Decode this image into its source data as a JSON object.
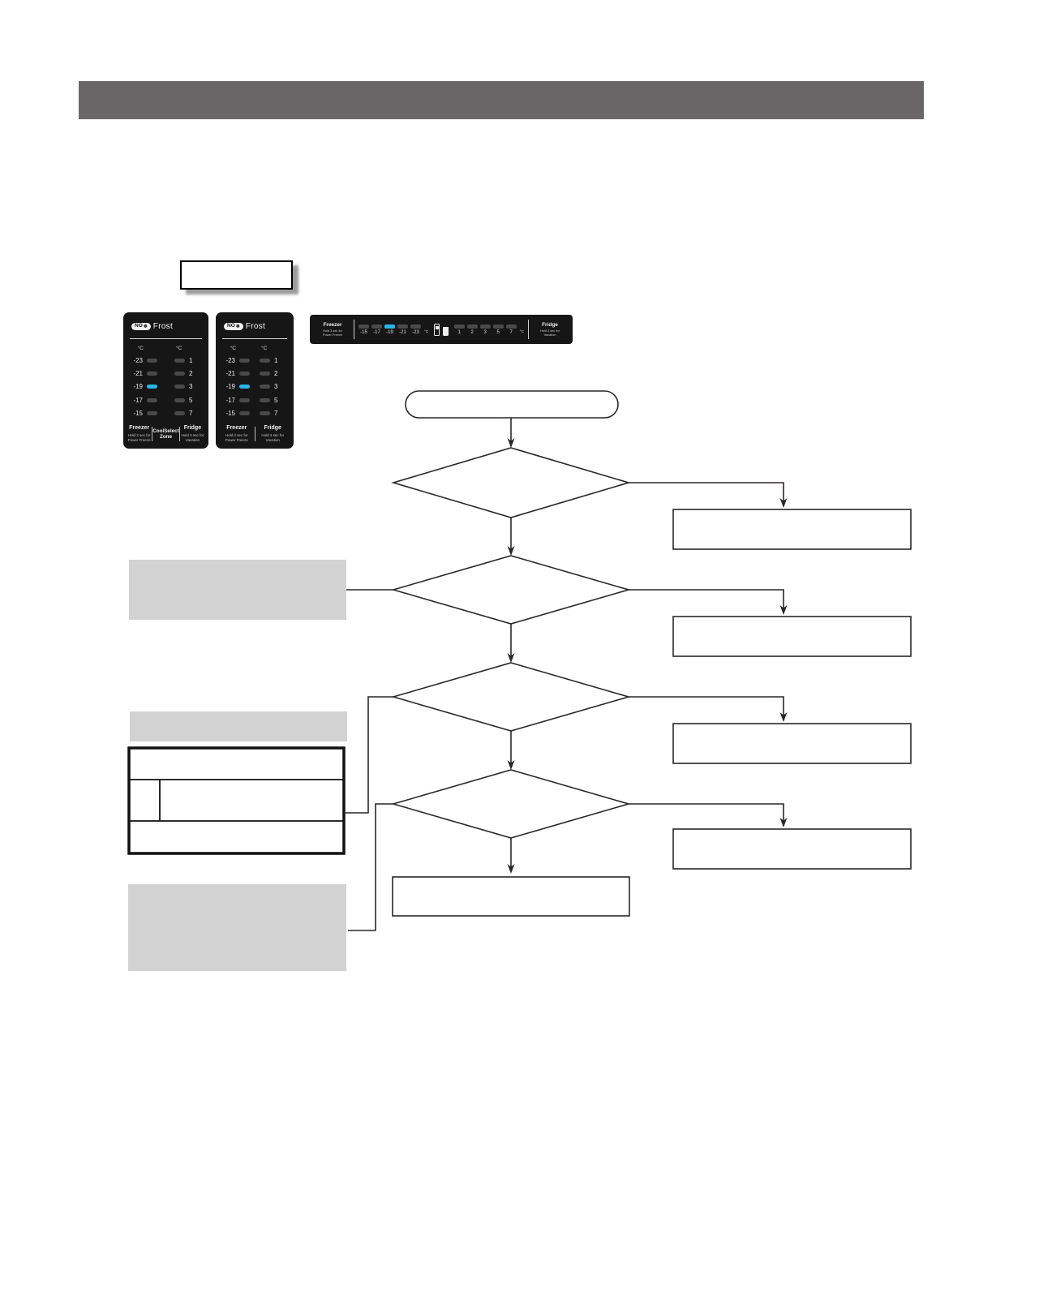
{
  "document": {
    "header_bar_text": "",
    "callout_box_text": ""
  },
  "no_frost_panels": {
    "brand_no": "NO",
    "brand_snowflake": "❄",
    "brand_frost": "Frost",
    "degree_unit": "°C",
    "freezer_temps": [
      "-23",
      "-21",
      "-19",
      "-17",
      "-15"
    ],
    "fridge_temps": [
      "1",
      "2",
      "3",
      "5",
      "7"
    ],
    "active_freezer_temp": "-19",
    "led_on_color": "#2ab4e8",
    "led_off_color": "#4a4a4a",
    "freezer_label": "Freezer",
    "freezer_sub_line1": "Hold 3 sec for",
    "freezer_sub_line2": "Power Freeze",
    "coolselect_line1": "CoolSelect",
    "coolselect_line2": "Zone",
    "fridge_label": "Fridge",
    "fridge_sub_line1": "Hold 3 sec for",
    "fridge_sub_line2": "Vacation"
  },
  "wide_panel": {
    "freezer_label": "Freezer",
    "freezer_sub_line1": "Hold 3 sec for",
    "freezer_sub_line2": "Power Freeze",
    "freezer_temps": [
      "-15",
      "-17",
      "-19",
      "-21",
      "-23"
    ],
    "active_freezer_temp": "-19",
    "unit": "°C",
    "fridge_temps": [
      "1",
      "2",
      "3",
      "5",
      "7"
    ],
    "fridge_label": "Fridge",
    "fridge_sub_line1": "Hold 3 sec for",
    "fridge_sub_line2": "Vacation",
    "icons": [
      "ice-icon",
      "water-icon"
    ]
  },
  "flowchart": {
    "stroke_color": "#2b2728",
    "note_fill": "#d2d2d2",
    "nodes": [
      {
        "id": "start",
        "type": "terminator",
        "label": ""
      },
      {
        "id": "decision-1",
        "type": "decision",
        "label": ""
      },
      {
        "id": "result-1",
        "type": "process",
        "label": ""
      },
      {
        "id": "decision-2",
        "type": "decision",
        "label": ""
      },
      {
        "id": "note-1",
        "type": "note",
        "label": ""
      },
      {
        "id": "result-2",
        "type": "process",
        "label": ""
      },
      {
        "id": "decision-3",
        "type": "decision",
        "label": ""
      },
      {
        "id": "note-2",
        "type": "note",
        "label": ""
      },
      {
        "id": "note-table",
        "type": "table",
        "label": ""
      },
      {
        "id": "result-3",
        "type": "process",
        "label": ""
      },
      {
        "id": "decision-4",
        "type": "decision",
        "label": ""
      },
      {
        "id": "note-3",
        "type": "note",
        "label": ""
      },
      {
        "id": "result-4",
        "type": "process",
        "label": ""
      },
      {
        "id": "final",
        "type": "process",
        "label": ""
      }
    ]
  }
}
